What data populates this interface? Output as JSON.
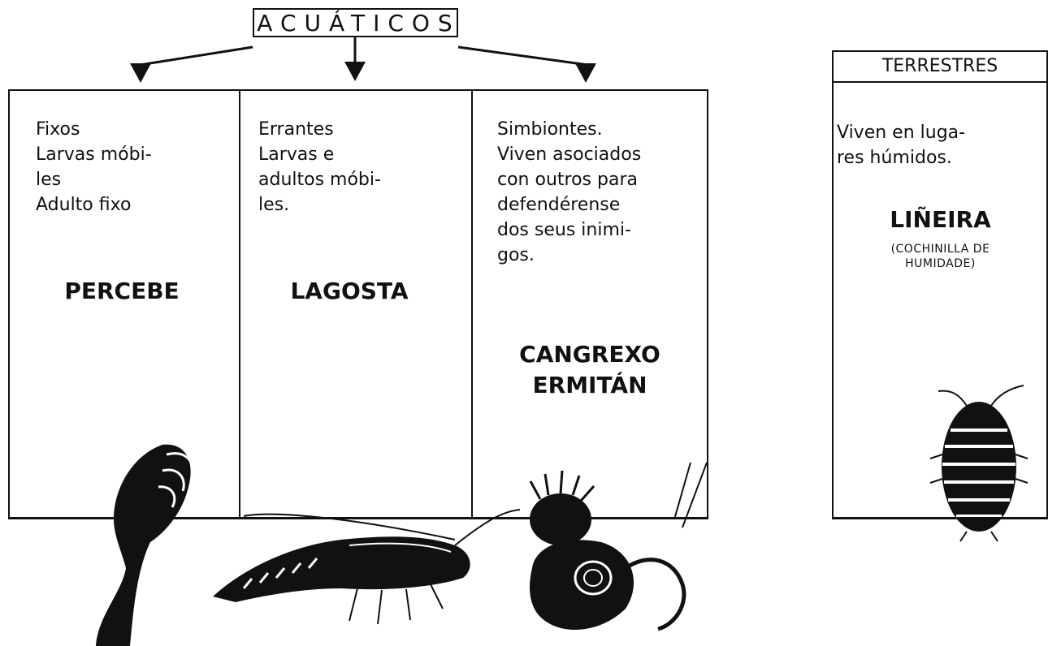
{
  "header": {
    "title": "ACUÁTICOS"
  },
  "columns": [
    {
      "description": "Fixos\nLarvas  móbi-\nles\nAdulto fixo",
      "name": "PERCEBE"
    },
    {
      "description": "Errantes\nLarvas e\nadultos    móbi-\nles.",
      "name": "LAGOSTA"
    },
    {
      "description": "Simbiontes.\nViven asociados\ncon outros para\ndefendérense\ndos seus inimi-\ngos.",
      "name": "CANGREXO\nERMITÁN"
    }
  ],
  "terrestrial": {
    "header": "TERRESTRES",
    "description": "Viven en luga-\nres húmidos.",
    "name": "LIÑEIRA",
    "subname": "(COCHINILLA DE\nHUMIDADE)"
  },
  "icons": [
    "barnacle-icon",
    "lobster-icon",
    "hermit-crab-icon",
    "woodlouse-icon"
  ]
}
